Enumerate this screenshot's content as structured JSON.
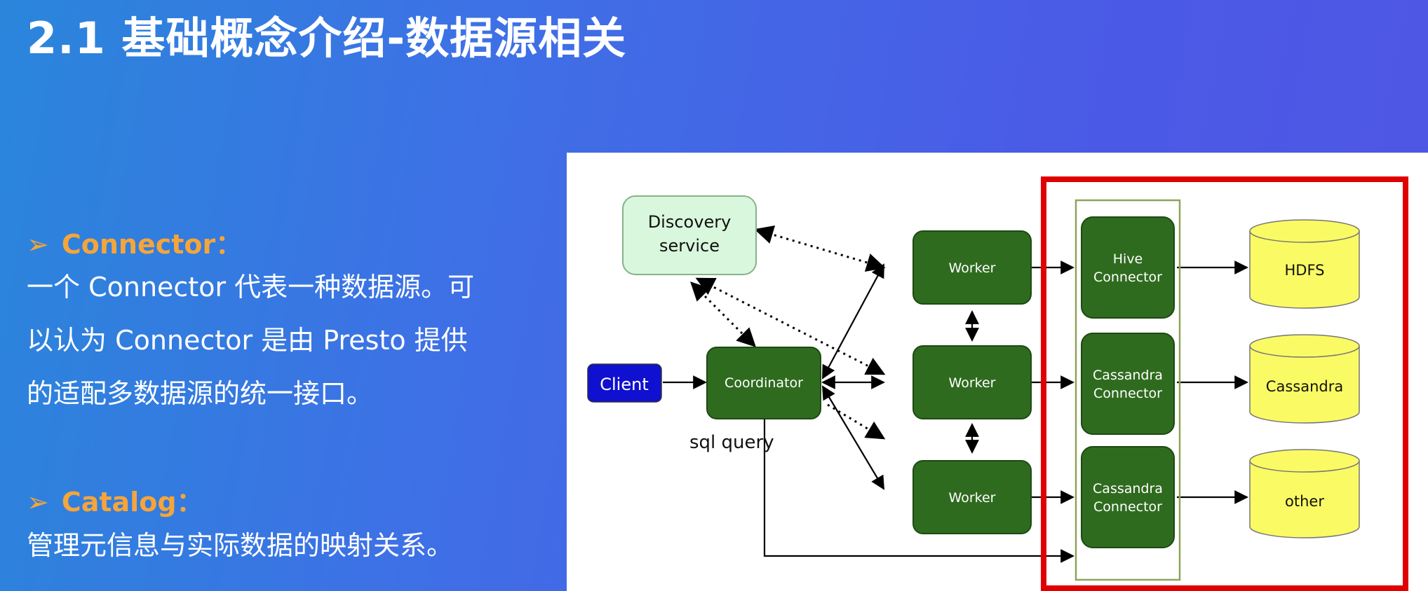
{
  "title": "2.1 基础概念介绍-数据源相关",
  "sections": [
    {
      "bullet": "➢",
      "heading": "Connector：",
      "text": "一个 Connector 代表一种数据源。可以认为 Connector 是由 Presto 提供的适配多数据源的统一接口。"
    },
    {
      "bullet": "➢",
      "heading": "Catalog：",
      "text": "管理元信息与实际数据的映射关系。"
    }
  ],
  "diagram": {
    "discovery": "Discovery service",
    "discovery_line1": "Discovery",
    "discovery_line2": "service",
    "client": "Client",
    "coordinator": "Coordinator",
    "sql_query": "sql query",
    "workers": [
      "Worker",
      "Worker",
      "Worker"
    ],
    "connectors": [
      {
        "line1": "Hive",
        "line2": "Connector"
      },
      {
        "line1": "Cassandra",
        "line2": "Connector"
      },
      {
        "line1": "Cassandra",
        "line2": "Connector"
      }
    ],
    "datastores": [
      "HDFS",
      "Cassandra",
      "other"
    ],
    "colors": {
      "worker_green": "#2f6b1f",
      "discovery_fill": "#d9f7dc",
      "client_blue": "#1010d0",
      "store_yellow": "#fafa64",
      "highlight_red": "#e00000",
      "title_orange": "#f5a53a"
    }
  }
}
